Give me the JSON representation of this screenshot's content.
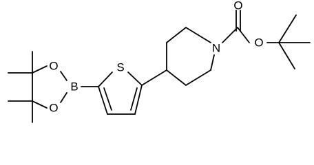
{
  "molecule": {
    "atoms": {
      "O_carbonyl": "O",
      "O_ester": "O",
      "N_piperidine": "N",
      "S_thiophene": "S",
      "B_boron": "B",
      "O_boronate_1": "O",
      "O_boronate_2": "O"
    }
  }
}
